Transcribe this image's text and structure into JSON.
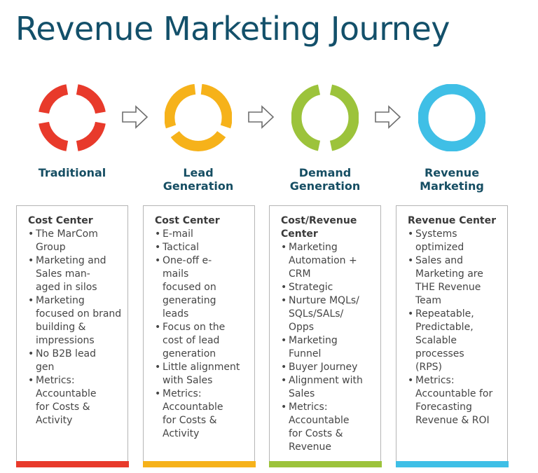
{
  "title": "Revenue Marketing Journey",
  "colors": {
    "title": "#13506a",
    "traditional": "#e83a2b",
    "lead": "#f6b21a",
    "demand": "#9cc33b",
    "revenue": "#3fbfe6"
  },
  "stages": [
    {
      "label": "Traditional",
      "ring_icon": "broken-ring-4-segments",
      "card_heading": "Cost Center",
      "bullets": [
        "The MarCom Group",
        "Marketing and Sales man-aged in silos",
        "Marketing focused on brand building & impressions",
        "No B2B lead gen",
        "Metrics: Accountable for Costs & Activity"
      ]
    },
    {
      "label": "Lead Generation",
      "ring_icon": "broken-ring-3-segments",
      "card_heading": "Cost Center",
      "bullets": [
        "E-mail",
        "Tactical",
        "One-off e-mails focused on generating leads",
        "Focus on the cost of lead generation",
        "Little alignment with Sales",
        "Metrics: Accountable for Costs & Activity"
      ]
    },
    {
      "label": "Demand Generation",
      "ring_icon": "broken-ring-2-segments",
      "card_heading": "Cost/Revenue Center",
      "bullets": [
        "Marketing Automation + CRM",
        "Strategic",
        "Nurture MQLs/ SQLs/SALs/ Opps",
        "Marketing Funnel",
        "Buyer Journey",
        "Alignment with Sales",
        "Metrics: Accountable for Costs & Revenue"
      ]
    },
    {
      "label": "Revenue Marketing",
      "ring_icon": "complete-ring",
      "card_heading": "Revenue Center",
      "bullets": [
        "Systems optimized",
        "Sales and Marketing are THE Revenue Team",
        "Repeatable, Predictable, Scalable processes (RPS)",
        "Metrics: Accountable for Forecasting Revenue & ROI"
      ]
    }
  ]
}
